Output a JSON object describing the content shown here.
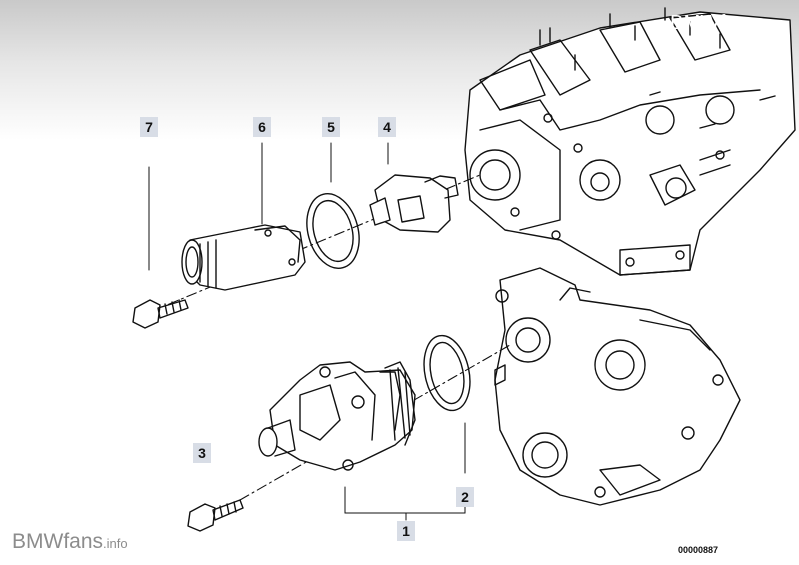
{
  "watermark_top": {
    "brand": "BMWfans",
    "suffix": ".info"
  },
  "watermark_bottom": {
    "brand": "BMWfans",
    "suffix": ".info"
  },
  "document_number": "00000887",
  "callouts": [
    {
      "id": "7",
      "label": "7"
    },
    {
      "id": "6",
      "label": "6"
    },
    {
      "id": "5",
      "label": "5"
    },
    {
      "id": "4",
      "label": "4"
    },
    {
      "id": "3",
      "label": "3"
    },
    {
      "id": "2",
      "label": "2"
    },
    {
      "id": "1",
      "label": "1"
    }
  ],
  "colors": {
    "line": "#111111",
    "callout_bg": "#d8dde6",
    "top_gradient": "#c9c9c9",
    "watermark_gray": "#8c8c8c"
  }
}
